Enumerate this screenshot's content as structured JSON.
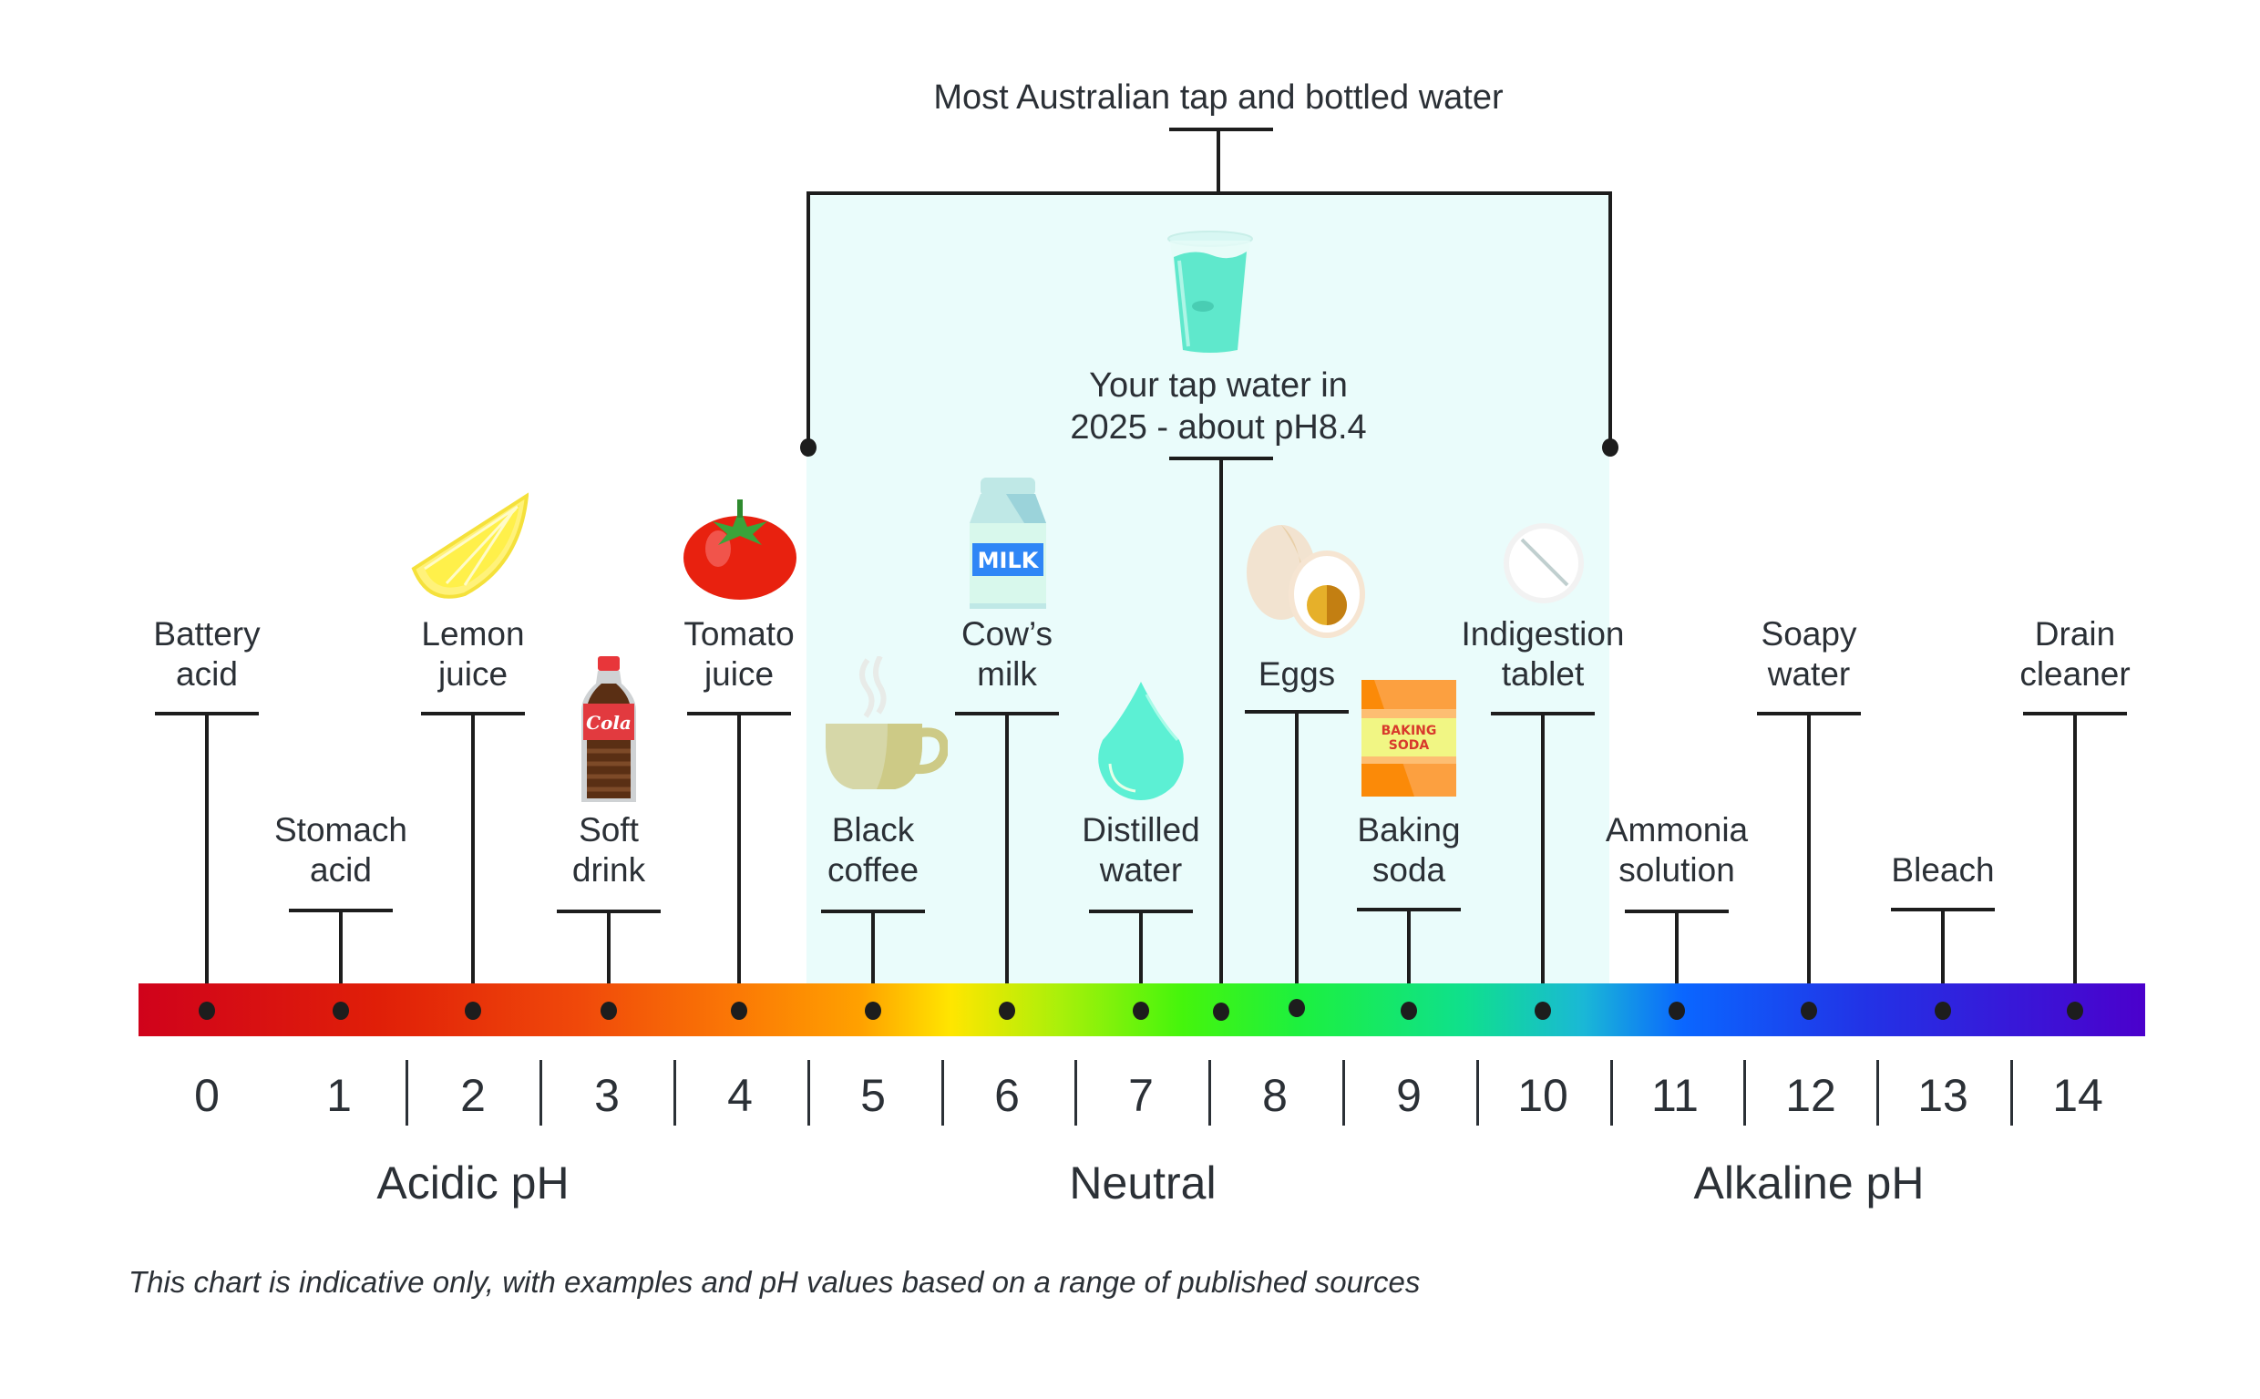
{
  "chart_data": {
    "type": "scale",
    "title": "pH scale",
    "xlabel": "pH",
    "xlim": [
      0,
      14
    ],
    "ticks": [
      "0",
      "1",
      "2",
      "3",
      "4",
      "5",
      "6",
      "7",
      "8",
      "9",
      "10",
      "11",
      "12",
      "13",
      "14"
    ],
    "regions": [
      {
        "label": "Acidic pH",
        "center_ph": 2
      },
      {
        "label": "Neutral",
        "center_ph": 7
      },
      {
        "label": "Alkaline pH",
        "center_ph": 12
      }
    ],
    "items": [
      {
        "label": "Battery acid",
        "ph": 0,
        "icon": "none"
      },
      {
        "label": "Stomach acid",
        "ph": 1,
        "icon": "none"
      },
      {
        "label": "Lemon juice",
        "ph": 2,
        "icon": "lemon-icon"
      },
      {
        "label": "Soft drink",
        "ph": 3,
        "icon": "cola-bottle-icon"
      },
      {
        "label": "Tomato juice",
        "ph": 4,
        "icon": "tomato-icon"
      },
      {
        "label": "Black coffee",
        "ph": 5,
        "icon": "coffee-cup-icon"
      },
      {
        "label": "Cow's milk",
        "ph": 6,
        "icon": "milk-carton-icon"
      },
      {
        "label": "Distilled water",
        "ph": 7,
        "icon": "water-drop-icon"
      },
      {
        "label": "Your tap water in 2025 - about pH8.4",
        "ph": 8.4,
        "icon": "water-glass-icon"
      },
      {
        "label": "Eggs",
        "ph": 8,
        "icon": "eggs-icon"
      },
      {
        "label": "Baking soda",
        "ph": 9,
        "icon": "baking-soda-box-icon"
      },
      {
        "label": "Indigestion tablet",
        "ph": 10,
        "icon": "tablet-icon"
      },
      {
        "label": "Ammonia solution",
        "ph": 11,
        "icon": "none"
      },
      {
        "label": "Soapy water",
        "ph": 12,
        "icon": "none"
      },
      {
        "label": "Bleach",
        "ph": 13,
        "icon": "none"
      },
      {
        "label": "Drain cleaner",
        "ph": 14,
        "icon": "none"
      }
    ],
    "highlight_range": {
      "label": "Most Australian tap and bottled water",
      "from_ph": 5,
      "to_ph": 11
    },
    "annotations": [
      "This chart is indicative only, with examples and pH values based on a range of published sources"
    ],
    "colors": {
      "acid": "#d0021b",
      "neutral": "#45f50c",
      "alkaline": "#4b00cc",
      "highlight_bg": "#eafcfb",
      "text": "#2b3036"
    }
  },
  "bracket": {
    "title": "Most Australian tap and bottled water"
  },
  "tap": {
    "line1": "Your tap water in",
    "line2": "2025 - about pH8.4"
  },
  "items": {
    "battery": {
      "l1": "Battery",
      "l2": "acid"
    },
    "stomach": {
      "l1": "Stomach",
      "l2": "acid"
    },
    "lemon": {
      "l1": "Lemon",
      "l2": "juice"
    },
    "soft": {
      "l1": "Soft",
      "l2": "drink"
    },
    "tomato": {
      "l1": "Tomato",
      "l2": "juice"
    },
    "coffee": {
      "l1": "Black",
      "l2": "coffee"
    },
    "milk": {
      "l1": "Cow’s",
      "l2": "milk",
      "badge": "MILK"
    },
    "distilled": {
      "l1": "Distilled",
      "l2": "water"
    },
    "eggs": {
      "l1": "Eggs"
    },
    "baking": {
      "l1": "Baking",
      "l2": "soda",
      "badge1": "BAKING",
      "badge2": "SODA"
    },
    "indigestion": {
      "l1": "Indigestion",
      "l2": "tablet"
    },
    "ammonia": {
      "l1": "Ammonia",
      "l2": "solution"
    },
    "soapy": {
      "l1": "Soapy",
      "l2": "water"
    },
    "bleach": {
      "l1": "Bleach"
    },
    "drain": {
      "l1": "Drain",
      "l2": "cleaner"
    }
  },
  "cola_label": "Cola",
  "scale": {
    "n0": "0",
    "n1": "1",
    "n2": "2",
    "n3": "3",
    "n4": "4",
    "n5": "5",
    "n6": "6",
    "n7": "7",
    "n8": "8",
    "n9": "9",
    "n10": "10",
    "n11": "11",
    "n12": "12",
    "n13": "13",
    "n14": "14"
  },
  "regions": {
    "acidic": "Acidic pH",
    "neutral": "Neutral",
    "alkaline": "Alkaline pH"
  },
  "footnote": "This chart is indicative only, with examples and pH values based on a range of published sources"
}
